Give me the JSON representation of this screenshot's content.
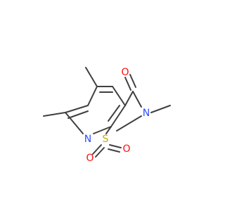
{
  "atoms": [
    {
      "id": "O1",
      "label": "O",
      "color": "#ff0d0d"
    },
    {
      "id": "N",
      "label": "N",
      "color": "#3050f8"
    },
    {
      "id": "S",
      "label": "S",
      "color": "#c0b000"
    },
    {
      "id": "N2",
      "label": "N",
      "color": "#3050f8"
    },
    {
      "id": "O2",
      "label": "O",
      "color": "#ff0d0d"
    },
    {
      "id": "O3",
      "label": "O",
      "color": "#ff0d0d"
    }
  ],
  "bond_color": "#404040"
}
